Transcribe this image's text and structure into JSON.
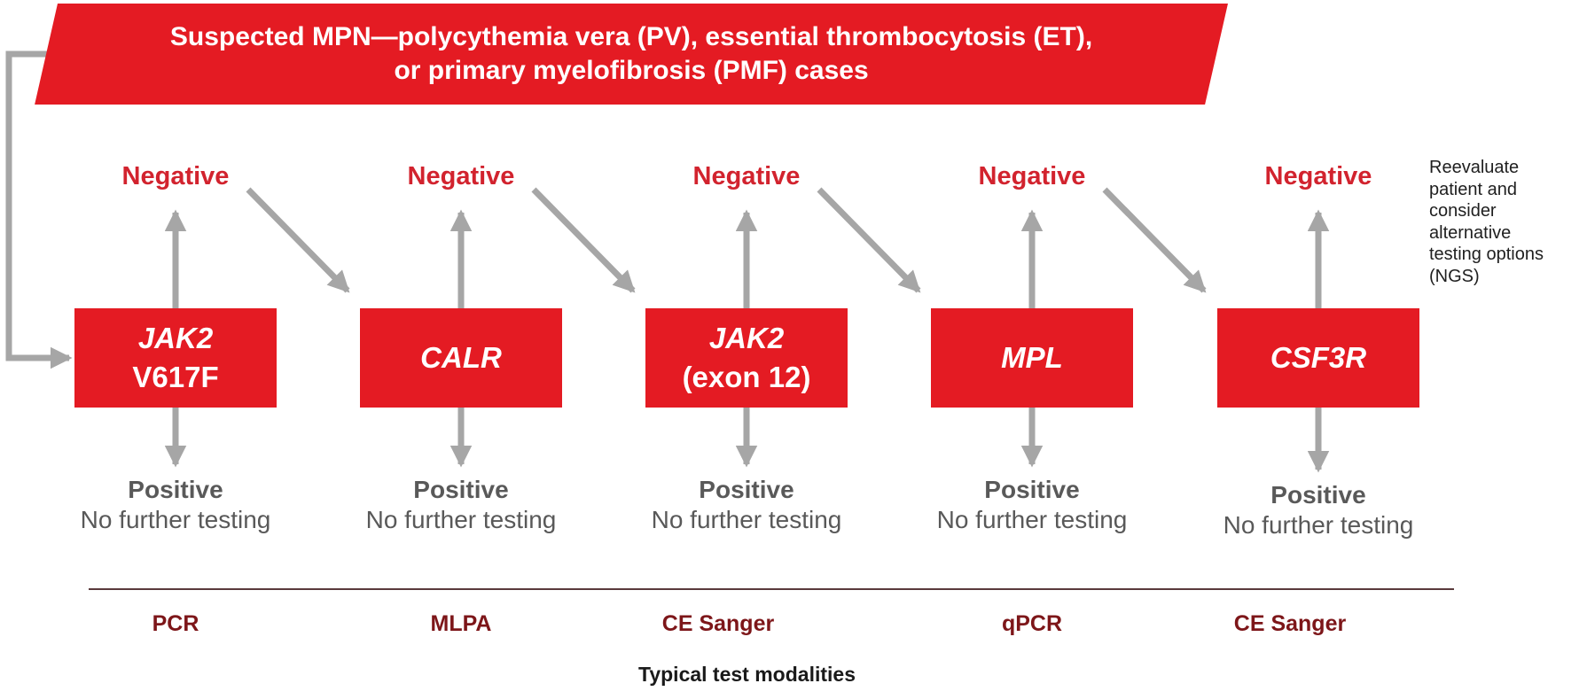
{
  "title_banner": {
    "line1": "Suspected MPN—polycythemia vera (PV), essential thrombocytosis (ET),",
    "line2": "or primary myelofibrosis (PMF) cases"
  },
  "columns": [
    {
      "gene": "JAK2",
      "variant": "V617F",
      "negative_label": "Negative",
      "positive_label": "Positive",
      "positive_note": "No further testing",
      "modality": "PCR"
    },
    {
      "gene": "CALR",
      "variant": "",
      "negative_label": "Negative",
      "positive_label": "Positive",
      "positive_note": "No further testing",
      "modality": "MLPA"
    },
    {
      "gene": "JAK2",
      "variant": "(exon 12)",
      "negative_label": "Negative",
      "positive_label": "Positive",
      "positive_note": "No further testing",
      "modality": "CE Sanger"
    },
    {
      "gene": "MPL",
      "variant": "",
      "negative_label": "Negative",
      "positive_label": "Positive",
      "positive_note": "No further testing",
      "modality": "qPCR"
    },
    {
      "gene": "CSF3R",
      "variant": "",
      "negative_label": "Negative",
      "positive_label": "Positive",
      "positive_note": "No further testing",
      "modality": "CE Sanger"
    }
  ],
  "side_note": "Reevaluate\npatient and\nconsider\nalternative\ntesting options\n(NGS)",
  "footer_caption": "Typical test modalities",
  "colors": {
    "box_red": "#E41B23",
    "negative_red": "#D2232E",
    "arrow_gray": "#A6A6A6",
    "positive_gray": "#595959",
    "modality_maroon": "#7D1619",
    "divider_maroon": "#5A3A3C",
    "banner_text": "#FFFFFF",
    "note_black": "#1F1F1F"
  }
}
